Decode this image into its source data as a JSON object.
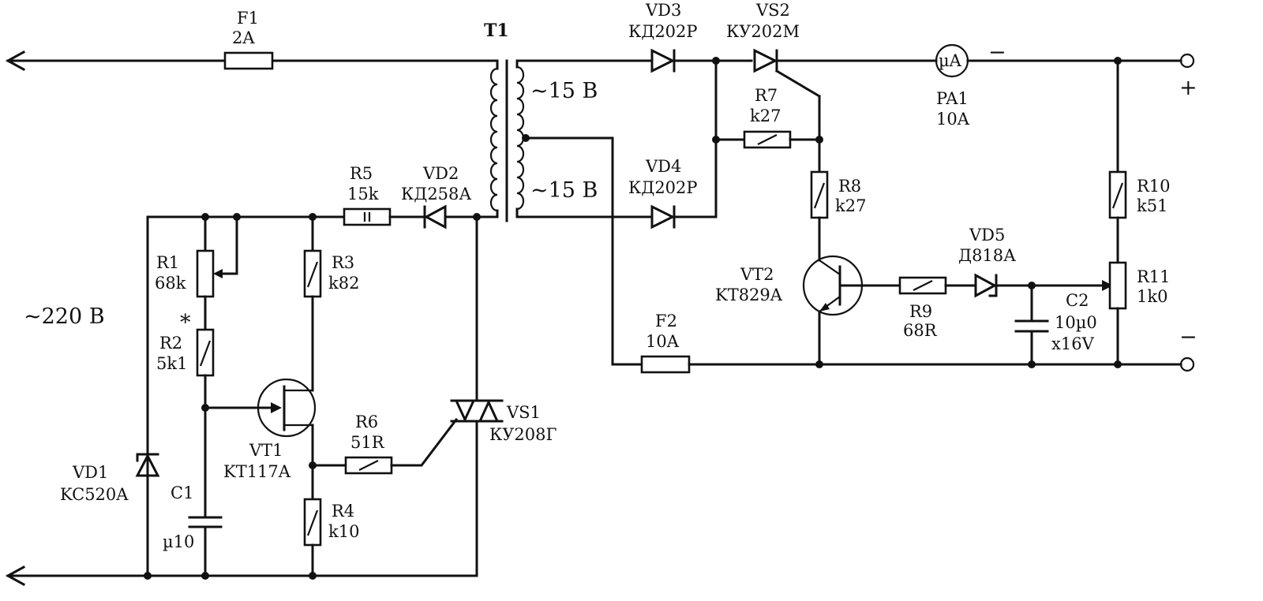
{
  "mains": {
    "label": "~220 В"
  },
  "transformer": {
    "ref": "T1",
    "sec_upper": "~15 В",
    "sec_lower": "~15 В"
  },
  "fuses": {
    "f1": {
      "ref": "F1",
      "value": "2A"
    },
    "f2": {
      "ref": "F2",
      "value": "10A"
    }
  },
  "resistors": {
    "r1": {
      "ref": "R1",
      "value": "68k"
    },
    "r2": {
      "ref": "R2",
      "value": "5k1",
      "mark": "*"
    },
    "r3": {
      "ref": "R3",
      "value": "k82"
    },
    "r4": {
      "ref": "R4",
      "value": "k10"
    },
    "r5": {
      "ref": "R5",
      "value": "15k"
    },
    "r6": {
      "ref": "R6",
      "value": "51R"
    },
    "r7": {
      "ref": "R7",
      "value": "k27"
    },
    "r8": {
      "ref": "R8",
      "value": "k27"
    },
    "r9": {
      "ref": "R9",
      "value": "68R"
    },
    "r10": {
      "ref": "R10",
      "value": "k51"
    },
    "r11": {
      "ref": "R11",
      "value": "1k0"
    }
  },
  "capacitors": {
    "c1": {
      "ref": "C1",
      "value": "µ10"
    },
    "c2": {
      "ref": "C2",
      "value": "10µ0",
      "voltage": "x16V"
    }
  },
  "diodes": {
    "vd1": {
      "ref": "VD1",
      "part": "KC520A"
    },
    "vd2": {
      "ref": "VD2",
      "part": "КД258А"
    },
    "vd3": {
      "ref": "VD3",
      "part": "КД202Р"
    },
    "vd4": {
      "ref": "VD4",
      "part": "КД202Р"
    },
    "vd5": {
      "ref": "VD5",
      "part": "Д818А"
    }
  },
  "transistors": {
    "vt1": {
      "ref": "VT1",
      "part": "KT117A"
    },
    "vt2": {
      "ref": "VT2",
      "part": "KT829A"
    }
  },
  "thyristors": {
    "vs1": {
      "ref": "VS1",
      "part": "КУ208Г"
    },
    "vs2": {
      "ref": "VS2",
      "part": "КУ202М"
    }
  },
  "meter": {
    "ref": "PA1",
    "value": "10A",
    "symbol": "µA",
    "polarity": "−"
  },
  "terminals": {
    "plus": "+",
    "minus": "−"
  }
}
